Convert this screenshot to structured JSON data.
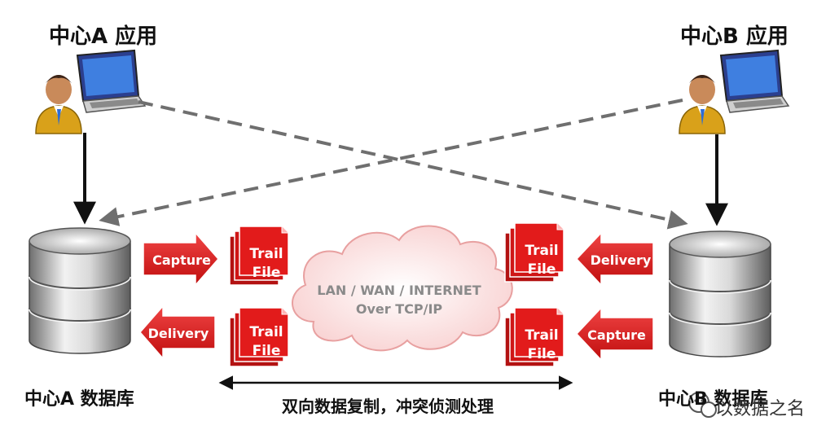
{
  "center_a": {
    "app_label": "中心A 应用",
    "db_label": "中心A 数据库",
    "capture_label": "Capture",
    "delivery_label": "Delivery",
    "trail_label_1": "Trail",
    "trail_label_2": "File"
  },
  "center_b": {
    "app_label": "中心B 应用",
    "db_label": "中心B 数据库",
    "capture_label": "Capture",
    "delivery_label": "Delivery",
    "trail_label_1": "Trail",
    "trail_label_2": "File"
  },
  "cloud": {
    "line1": "LAN / WAN / INTERNET",
    "line2": "Over TCP/IP"
  },
  "bottom_caption": "双向数据复制，冲突侦测处理",
  "watermark": "以数据之名",
  "colors": {
    "accent_red": "#e21b1b",
    "cloud_fill": "#fbd9d9",
    "dashed_line": "#6f6f6f"
  }
}
